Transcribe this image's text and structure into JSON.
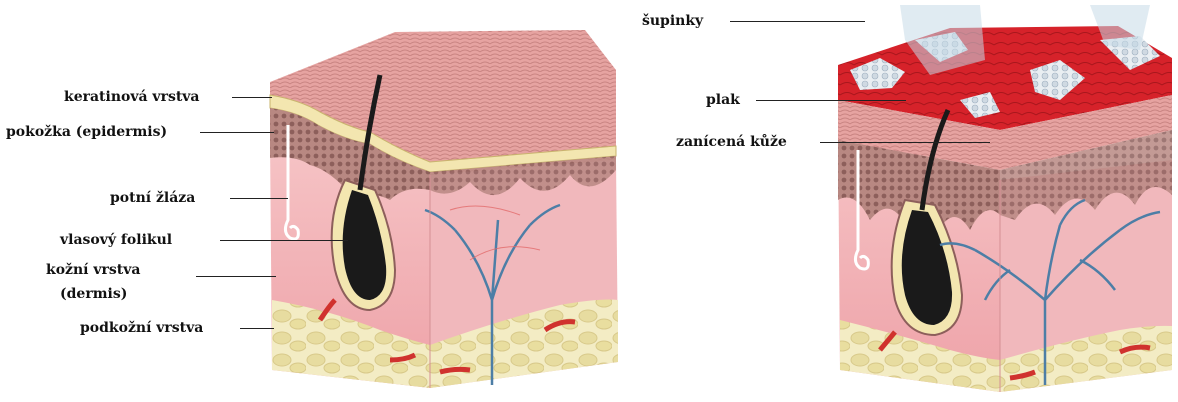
{
  "diagram": {
    "left_labels": [
      {
        "key": "keratin",
        "text": "keratinová vrstva"
      },
      {
        "key": "epidermis",
        "text": "pokožka (epidermis)"
      },
      {
        "key": "sweat",
        "text": "potní žláza"
      },
      {
        "key": "follicle",
        "text": "vlasový folikul"
      },
      {
        "key": "dermis_1",
        "text": "kožní vrstva"
      },
      {
        "key": "dermis_2",
        "text": "(dermis)"
      },
      {
        "key": "subcutis",
        "text": "podkožní vrstva"
      }
    ],
    "right_labels": [
      {
        "key": "scales",
        "text": "šupinky"
      },
      {
        "key": "plaque",
        "text": "plak"
      },
      {
        "key": "inflamed",
        "text": "zanícená kůže"
      }
    ]
  },
  "colors": {
    "skin_surface": "#e9a4a2",
    "dermis": "#f3b5b8",
    "epidermis_cells": "#9b6e6a",
    "keratin": "#f3e6b0",
    "fat": "#efe6b8",
    "vessel": "#4d7ea6",
    "follicle": "#1a1a1a",
    "plaque": "#d9222c",
    "scales": "#d9e6f0"
  }
}
